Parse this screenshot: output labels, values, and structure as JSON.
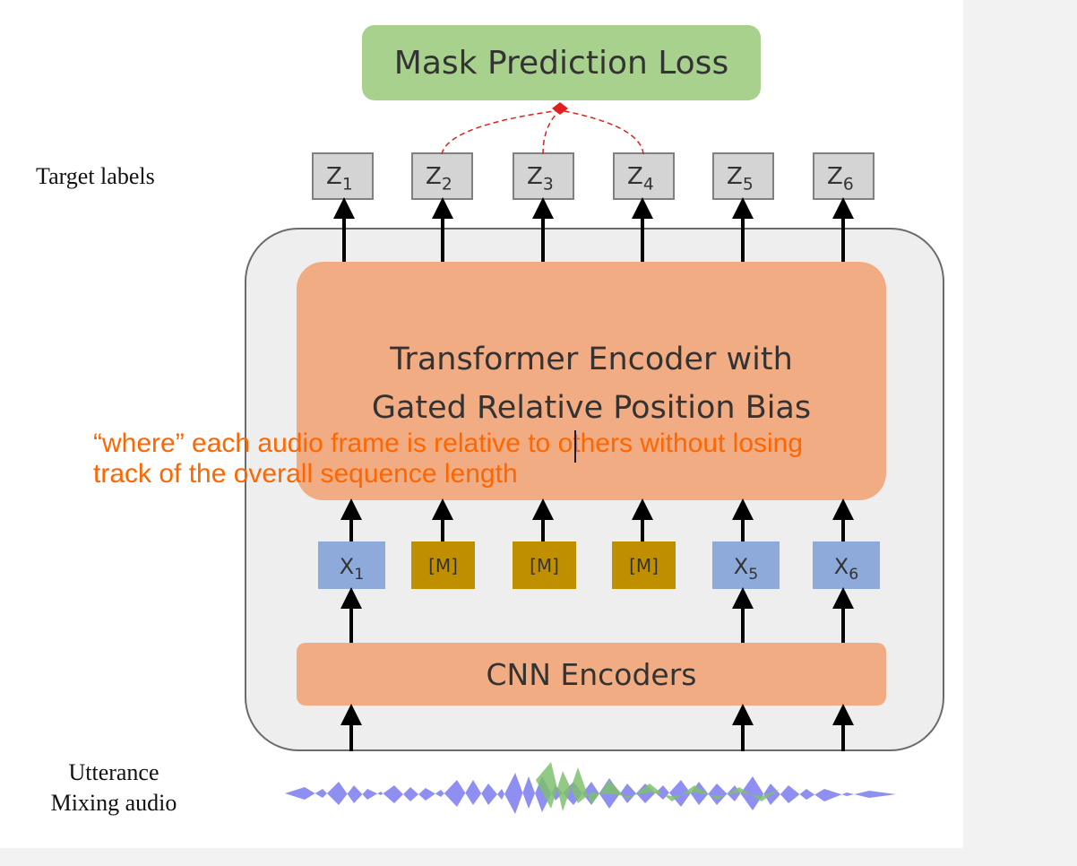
{
  "diagram": {
    "loss_label": "Mask Prediction Loss",
    "target_labels_text": "Target labels",
    "z_labels": [
      {
        "base": "Z",
        "sub": "1"
      },
      {
        "base": "Z",
        "sub": "2"
      },
      {
        "base": "Z",
        "sub": "3"
      },
      {
        "base": "Z",
        "sub": "4"
      },
      {
        "base": "Z",
        "sub": "5"
      },
      {
        "base": "Z",
        "sub": "6"
      }
    ],
    "transformer_line1": "Transformer Encoder with",
    "transformer_line2": "Gated Relative Position Bias",
    "x_labels": [
      {
        "base": "X",
        "sub": "1"
      },
      {
        "base": "[M]",
        "sub": ""
      },
      {
        "base": "[M]",
        "sub": ""
      },
      {
        "base": "[M]",
        "sub": ""
      },
      {
        "base": "X",
        "sub": "5"
      },
      {
        "base": "X",
        "sub": "6"
      }
    ],
    "cnn_label": "CNN Encoders",
    "utterance_line1": "Utterance",
    "utterance_line2": "Mixing  audio"
  },
  "overlay": {
    "line1": "“where” each audio frame is relative to others without losing",
    "line2": "track of the overall sequence length"
  },
  "colors": {
    "loss": "#a9d18e",
    "encoder": "#f2ac83",
    "unmasked": "#8eaadb",
    "masked": "#bf8f00",
    "target": "#d4d4d4",
    "overlay_text": "#ff6600",
    "dashed_lines": "#e02020",
    "waveform_main": "#7b7bef",
    "waveform_mix": "#7fbf6f"
  }
}
